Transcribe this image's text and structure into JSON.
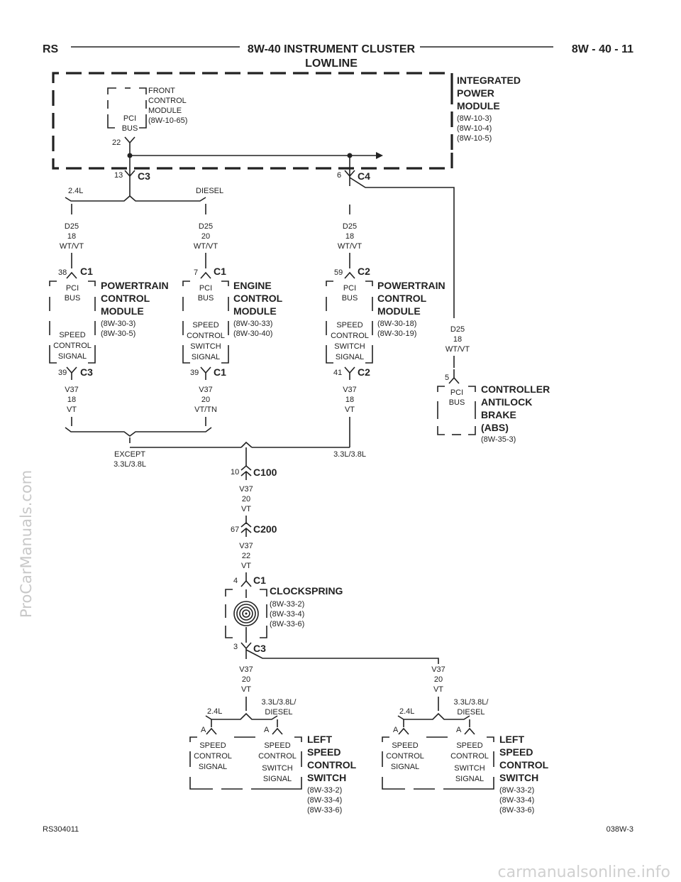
{
  "header": {
    "left": "RS",
    "center": "8W-40 INSTRUMENT CLUSTER",
    "center2": "LOWLINE",
    "right": "8W - 40 - 11"
  },
  "ipm": {
    "title": [
      "INTEGRATED",
      "POWER",
      "MODULE"
    ],
    "refs": [
      "(8W-10-3)",
      "(8W-10-4)",
      "(8W-10-5)"
    ],
    "fcm": [
      "FRONT",
      "CONTROL",
      "MODULE",
      "(8W-10-65)"
    ],
    "pci": [
      "PCI",
      "BUS"
    ],
    "pin22": "22",
    "c3_pin": "13",
    "c3": "C3",
    "c4_pin": "6",
    "c4": "C4"
  },
  "variants": {
    "v24": "2.4L",
    "diesel": "DIESEL",
    "except": [
      "EXCEPT",
      "3.3L/3.8L"
    ],
    "v33": "3.3L/3.8L"
  },
  "wires": {
    "d25_18_a": [
      "D25",
      "18",
      "WT/VT"
    ],
    "d25_20": [
      "D25",
      "20",
      "WT/VT"
    ],
    "d25_18_b": [
      "D25",
      "18",
      "WT/VT"
    ],
    "d25_18_c": [
      "D25",
      "18",
      "WT/VT"
    ],
    "v37_18_a": [
      "V37",
      "18",
      "VT"
    ],
    "v37_20_tn": [
      "V37",
      "20",
      "VT/TN"
    ],
    "v37_18_b": [
      "V37",
      "18",
      "VT"
    ],
    "v37_20_a": [
      "V37",
      "20",
      "VT"
    ],
    "v37_22": [
      "V37",
      "22",
      "VT"
    ],
    "v37_20_b": [
      "V37",
      "20",
      "VT"
    ],
    "v37_20_c": [
      "V37",
      "20",
      "VT"
    ]
  },
  "pcm1": {
    "top_pin": "38",
    "top_conn": "C1",
    "bot_pin": "39",
    "bot_conn": "C3",
    "pci": [
      "PCI",
      "BUS"
    ],
    "sig": [
      "SPEED",
      "CONTROL",
      "SIGNAL"
    ],
    "title": [
      "POWERTRAIN",
      "CONTROL",
      "MODULE"
    ],
    "refs": [
      "(8W-30-3)",
      "(8W-30-5)"
    ]
  },
  "ecm": {
    "top_pin": "7",
    "top_conn": "C1",
    "bot_pin": "39",
    "bot_conn": "C1",
    "pci": [
      "PCI",
      "BUS"
    ],
    "sig": [
      "SPEED",
      "CONTROL",
      "SWITCH",
      "SIGNAL"
    ],
    "title": [
      "ENGINE",
      "CONTROL",
      "MODULE"
    ],
    "refs": [
      "(8W-30-33)",
      "(8W-30-40)"
    ]
  },
  "pcm2": {
    "top_pin": "59",
    "top_conn": "C2",
    "bot_pin": "41",
    "bot_conn": "C2",
    "pci": [
      "PCI",
      "BUS"
    ],
    "sig": [
      "SPEED",
      "CONTROL",
      "SWITCH",
      "SIGNAL"
    ],
    "title": [
      "POWERTRAIN",
      "CONTROL",
      "MODULE"
    ],
    "refs": [
      "(8W-30-18)",
      "(8W-30-19)"
    ]
  },
  "abs": {
    "pin": "5",
    "pci": [
      "PCI",
      "BUS"
    ],
    "title": [
      "CONTROLLER",
      "ANTILOCK",
      "BRAKE",
      "(ABS)"
    ],
    "refs": [
      "(8W-35-3)"
    ]
  },
  "c100": {
    "pin": "10",
    "name": "C100"
  },
  "c200": {
    "pin": "67",
    "name": "C200"
  },
  "clockspring": {
    "top_pin": "4",
    "top_conn": "C1",
    "bot_pin": "3",
    "bot_conn": "C3",
    "title": "CLOCKSPRING",
    "refs": [
      "(8W-33-2)",
      "(8W-33-4)",
      "(8W-33-6)"
    ]
  },
  "switch_left": {
    "v24": "2.4L",
    "v33": [
      "3.3L/3.8L/",
      "DIESEL"
    ],
    "pin_a1": "A",
    "pin_a2": "A",
    "sig1": [
      "SPEED",
      "CONTROL",
      "SIGNAL"
    ],
    "sig2": [
      "SPEED",
      "CONTROL",
      "SWITCH",
      "SIGNAL"
    ],
    "title": [
      "LEFT",
      "SPEED",
      "CONTROL",
      "SWITCH"
    ],
    "refs": [
      "(8W-33-2)",
      "(8W-33-4)",
      "(8W-33-6)"
    ]
  },
  "switch_right": {
    "v24": "2.4L",
    "v33": [
      "3.3L/3.8L/",
      "DIESEL"
    ],
    "pin_a1": "A",
    "pin_a2": "A",
    "sig1": [
      "SPEED",
      "CONTROL",
      "SIGNAL"
    ],
    "sig2": [
      "SPEED",
      "CONTROL",
      "SWITCH",
      "SIGNAL"
    ],
    "title": [
      "LEFT",
      "SPEED",
      "CONTROL",
      "SWITCH"
    ],
    "refs": [
      "(8W-33-2)",
      "(8W-33-4)",
      "(8W-33-6)"
    ]
  },
  "footer": {
    "left": "RS304011",
    "right": "038W-3"
  },
  "watermarks": {
    "side": "ProCarManuals.com",
    "bottom": "carmanualsonline.info"
  }
}
